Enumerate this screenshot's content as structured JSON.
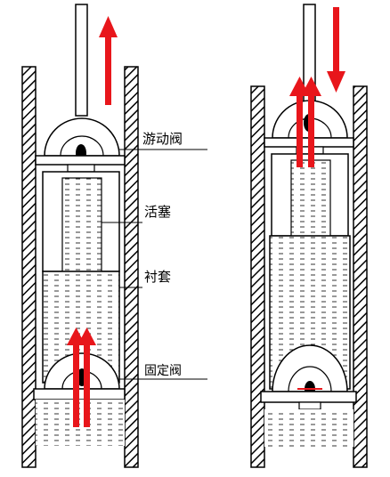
{
  "labels": {
    "traveling_valve": "游动阀",
    "piston": "活塞",
    "liner": "衬套",
    "standing_valve": "固定阀"
  },
  "colors": {
    "stroke": "#000000",
    "arrow": "#e8161b",
    "liquid_fill": "#ffffff"
  },
  "figures": [
    {
      "name": "upstroke",
      "rod_motion": "up",
      "traveling_valve": "closed",
      "standing_valve": "open"
    },
    {
      "name": "downstroke",
      "rod_motion": "down",
      "traveling_valve": "open",
      "standing_valve": "closed"
    }
  ]
}
